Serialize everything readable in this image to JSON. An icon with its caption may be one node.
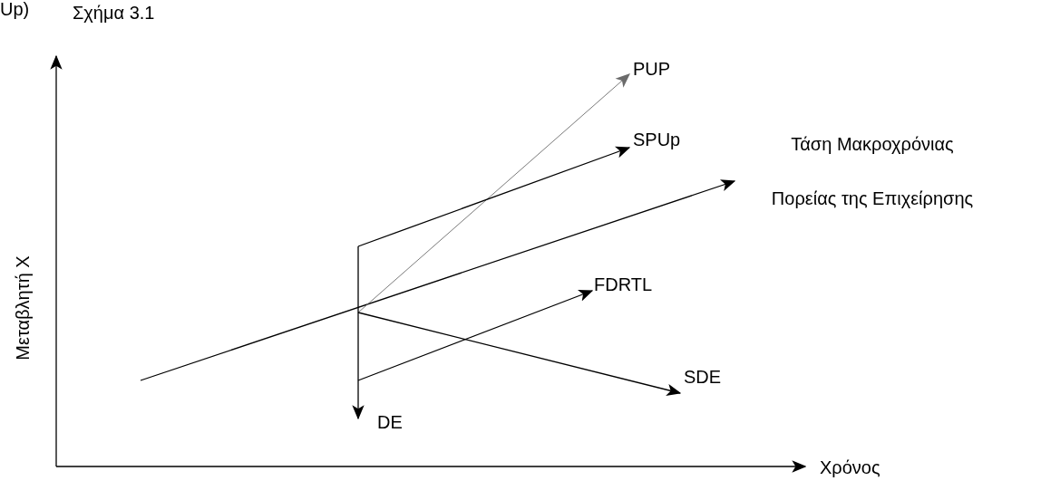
{
  "diagram": {
    "title": "Σχήμα 3.1",
    "nodes": [
      {
        "text": [
          "PUP"
        ]
      },
      {
        "text": [
          "SPUp"
        ]
      },
      {
        "text": [
          "Τάση Μακροχρόνιας",
          "Πορείας της Επιχείρησης"
        ]
      },
      {
        "text": [
          "FDRTL"
        ]
      },
      {
        "text": [
          "SDE"
        ]
      },
      {
        "text": [
          "DE"
        ]
      }
    ],
    "edges": [
      {
        "from": null,
        "to": 2,
        "arrow": "to"
      },
      {
        "from": null,
        "to": 0,
        "arrow": "to",
        "color": "#6b6b6b"
      },
      {
        "from": null,
        "to": 1,
        "arrow": "to"
      },
      {
        "from": null,
        "to": 3,
        "arrow": "to"
      },
      {
        "from": null,
        "to": 4,
        "arrow": "to"
      },
      {
        "from": null,
        "to": 5,
        "arrow": "to"
      }
    ],
    "labels": [
      "Up)",
      "Μεταβλητή X",
      "Χρόνος"
    ]
  }
}
